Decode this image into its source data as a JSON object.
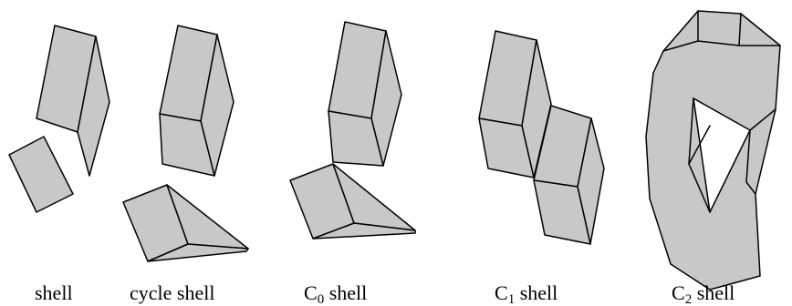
{
  "labels": {
    "shell": "shell",
    "cycle_shell": "cycle shell",
    "c0": {
      "main": "C",
      "sub": "0",
      "rest": " shell"
    },
    "c1": {
      "main": "C",
      "sub": "1",
      "rest": " shell"
    },
    "c2": {
      "main": "C",
      "sub": "2",
      "rest": " shell"
    }
  }
}
